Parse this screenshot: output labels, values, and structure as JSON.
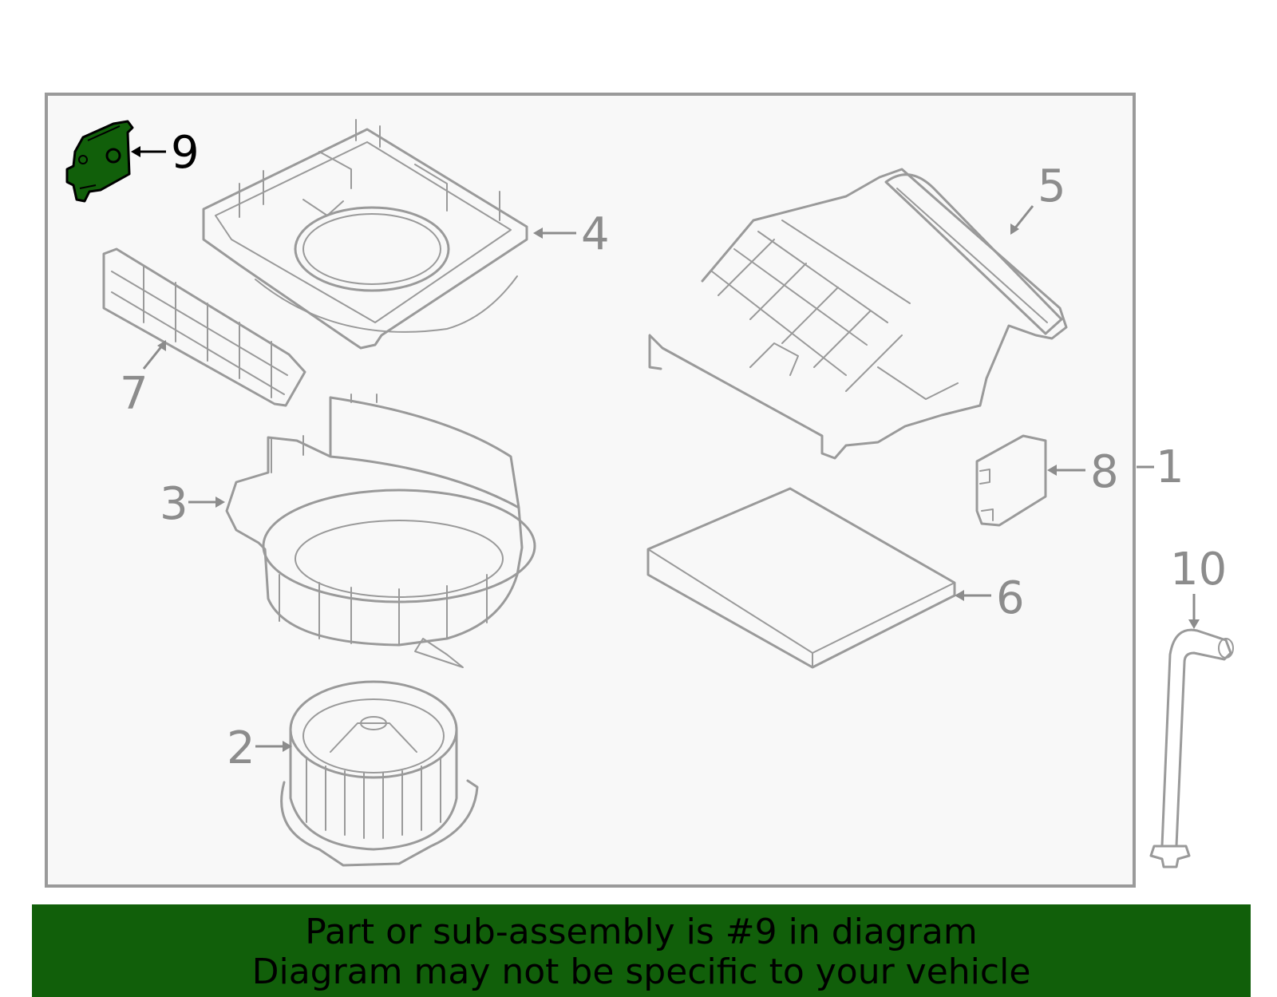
{
  "diagram": {
    "highlight_color": "#115f0a",
    "line_color": "#9a9a9a",
    "callouts": [
      "1",
      "2",
      "3",
      "4",
      "5",
      "6",
      "7",
      "8",
      "9",
      "10"
    ],
    "highlighted_callout": "9"
  },
  "banner": {
    "background": "#115f0a",
    "line1": "Part or sub-assembly is #9 in diagram",
    "line2": "Diagram may not be specific to your vehicle"
  }
}
